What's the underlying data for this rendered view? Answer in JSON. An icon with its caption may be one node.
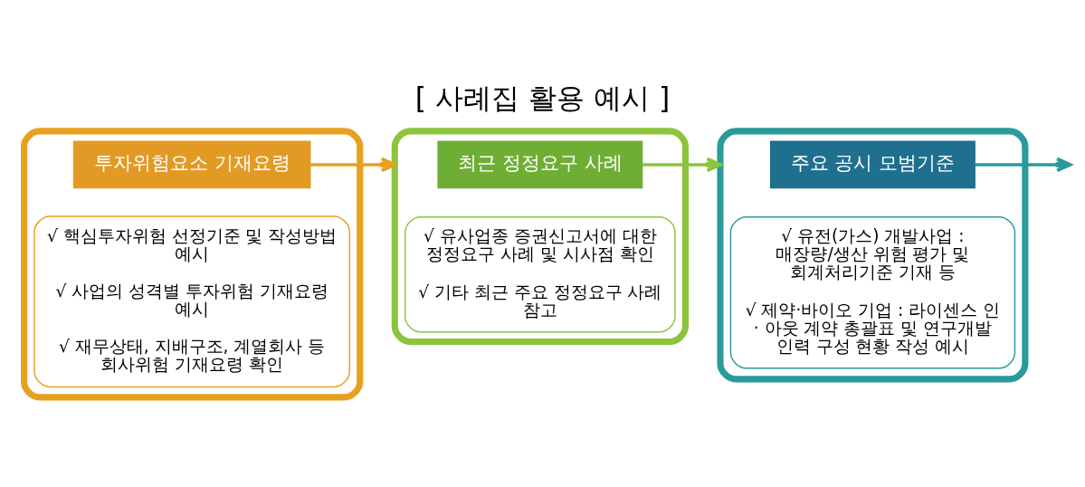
{
  "diagram": {
    "title": "[ 사례집 활용 예시 ]",
    "nodes": [
      {
        "text": [],
        "shape": "box"
      },
      {
        "text": [
          "투자위험요소 기재요령"
        ],
        "in": 0
      },
      {
        "text": [
          "√ 핵심투자위험 선정기준 및 작성방법 예시",
          "√ 사업의 성격별 투자위험 기재요령 예시",
          "√ 재무상태, 지배구조, 계열회사 등 회사위험 기재요령 확인"
        ],
        "in": 0
      },
      {
        "text": [],
        "shape": "box"
      },
      {
        "text": [
          "최근 정정요구 사례"
        ],
        "in": 3
      },
      {
        "text": [
          "√ 유사업종 증권신고서에 대한 정정요구 사례 및 시사점 확인",
          "√ 기타 최근 주요 정정요구 사례 참고"
        ],
        "in": 3
      },
      {
        "text": [],
        "shape": "box"
      },
      {
        "text": [
          "주요 공시 모범기준"
        ],
        "in": 6
      },
      {
        "text": [
          "√ 유전(가스) 개발사업 : 매장량/생산 위험 평가 및 회계처리기준 기재 등",
          "√ 제약·바이오 기업 : 라이센스 인 · 아웃 계약 총괄표 및 연구개발 인력 구성 현황 작성 예시"
        ],
        "in": 6
      }
    ],
    "edges": [
      {
        "from": 1,
        "to": 3,
        "arrow": "to",
        "color": "#e8a020"
      },
      {
        "from": 4,
        "to": 6,
        "arrow": "to",
        "color": "#8cc43c"
      },
      {
        "from": 7,
        "to": null,
        "arrow": "to",
        "color": "#2a9a9a"
      }
    ]
  }
}
